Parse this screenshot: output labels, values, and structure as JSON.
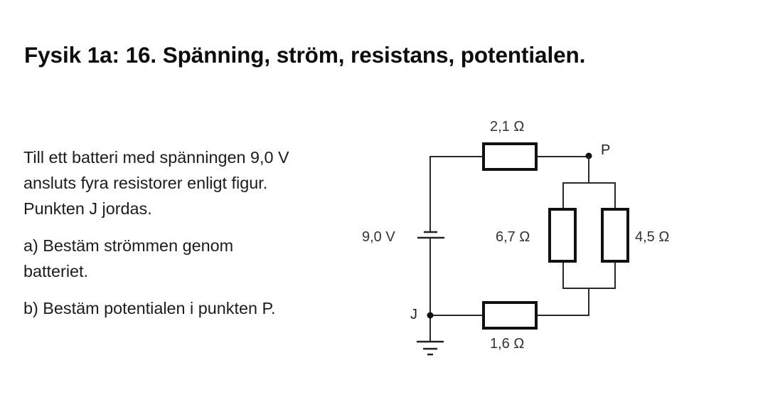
{
  "page": {
    "title": "Fysik 1a: 16. Spänning, ström, resistans, potentialen."
  },
  "problem": {
    "intro_lines": [
      "Till ett batteri med spänningen 9,0 V",
      "ansluts fyra resistorer enligt figur.",
      "Punkten J jordas."
    ],
    "question_a_lines": [
      "a) Bestäm strömmen genom",
      "batteriet."
    ],
    "question_b": "b) Bestäm potentialen i punkten P."
  },
  "circuit": {
    "battery": {
      "label": "9,0 V",
      "voltage_V": 9.0
    },
    "resistors": [
      {
        "id": "R1",
        "label": "2,1 Ω",
        "ohms": 2.1,
        "position": "top, series"
      },
      {
        "id": "R2",
        "label": "6,7 Ω",
        "ohms": 6.7,
        "position": "right, parallel left branch"
      },
      {
        "id": "R3",
        "label": "4,5 Ω",
        "ohms": 4.5,
        "position": "right, parallel right branch"
      },
      {
        "id": "R4",
        "label": "1,6 Ω",
        "ohms": 1.6,
        "position": "bottom, series"
      }
    ],
    "nodes": {
      "P": "P",
      "J": "J"
    },
    "ground_at": "J"
  }
}
